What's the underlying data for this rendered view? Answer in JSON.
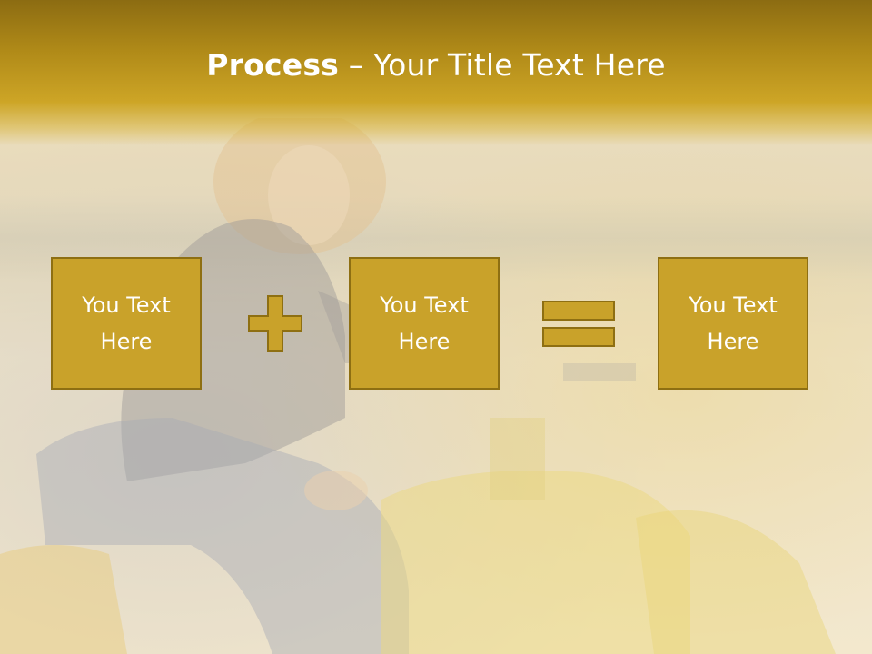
{
  "title": {
    "bold": "Process",
    "rest": " – Your Title Text Here"
  },
  "boxes": [
    {
      "line1": "You Text",
      "line2": "Here"
    },
    {
      "line1": "You Text",
      "line2": "Here"
    },
    {
      "line1": "You Text",
      "line2": "Here"
    }
  ],
  "operators": [
    "plus-icon",
    "equals-icon"
  ],
  "colors": {
    "title_bar": "#b08a18",
    "box_fill": "#c9a22a",
    "box_border": "#8e6f12",
    "text": "#ffffff"
  }
}
